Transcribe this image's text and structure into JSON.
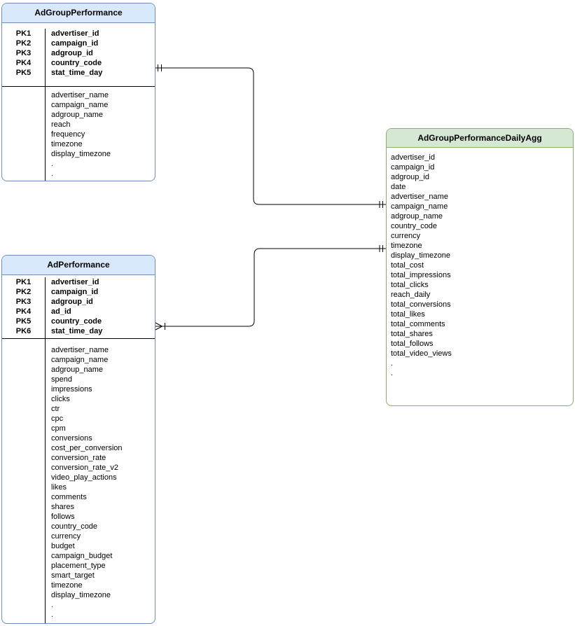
{
  "diagram": {
    "type": "entity-relationship",
    "background_color": "#ffffff",
    "connector_color": "#000000",
    "divider_color": "#000000",
    "entities": [
      {
        "title": "AdGroupPerformance",
        "theme": {
          "fill": "#dae8fc",
          "stroke": "#6c8ebf"
        },
        "primary_keys": [
          {
            "key": "PK1",
            "field": "advertiser_id"
          },
          {
            "key": "PK2",
            "field": "campaign_id"
          },
          {
            "key": "PK3",
            "field": "adgroup_id"
          },
          {
            "key": "PK4",
            "field": "country_code"
          },
          {
            "key": "PK5",
            "field": "stat_time_day"
          }
        ],
        "fields": [
          "advertiser_name",
          "campaign_name",
          "adgroup_name",
          "reach",
          "frequency",
          "timezone",
          "display_timezone",
          ".",
          "."
        ]
      },
      {
        "title": "AdPerformance",
        "theme": {
          "fill": "#dae8fc",
          "stroke": "#6c8ebf"
        },
        "primary_keys": [
          {
            "key": "PK1",
            "field": "advertiser_id"
          },
          {
            "key": "PK2",
            "field": "campaign_id"
          },
          {
            "key": "PK3",
            "field": "adgroup_id"
          },
          {
            "key": "PK4",
            "field": "ad_id"
          },
          {
            "key": "PK5",
            "field": "country_code"
          },
          {
            "key": "PK6",
            "field": "stat_time_day"
          }
        ],
        "fields": [
          "advertiser_name",
          "campaign_name",
          "adgroup_name",
          "spend",
          "impressions",
          "clicks",
          "ctr",
          "cpc",
          "cpm",
          "conversions",
          "cost_per_conversion",
          "conversion_rate",
          "conversion_rate_v2",
          "video_play_actions",
          "likes",
          "comments",
          "shares",
          "follows",
          "country_code",
          "currency",
          "budget",
          "campaign_budget",
          "placement_type",
          "smart_target",
          "timezone",
          "display_timezone",
          ".",
          "."
        ]
      },
      {
        "title": "AdGroupPerformanceDailyAgg",
        "theme": {
          "fill": "#d5e8d4",
          "stroke": "#82b366"
        },
        "primary_keys": [],
        "fields": [
          "advertiser_id",
          "campaign_id",
          "adgroup_id",
          "date",
          "advertiser_name",
          "campaign_name",
          "adgroup_name",
          "country_code",
          "currency",
          "timezone",
          "display_timezone",
          "total_cost",
          "total_impressions",
          "total_clicks",
          "reach_daily",
          "total_conversions",
          "total_likes",
          "total_comments",
          "total_shares",
          "total_follows",
          "total_video_views",
          ".",
          "."
        ]
      }
    ],
    "relationships": [
      {
        "from": "AdGroupPerformance",
        "to": "AdGroupPerformanceDailyAgg",
        "from_cardinality": "one-and-only-one",
        "to_cardinality": "one-and-only-one"
      },
      {
        "from": "AdPerformance",
        "to": "AdGroupPerformanceDailyAgg",
        "from_cardinality": "one-or-many",
        "to_cardinality": "one-and-only-one"
      }
    ]
  }
}
